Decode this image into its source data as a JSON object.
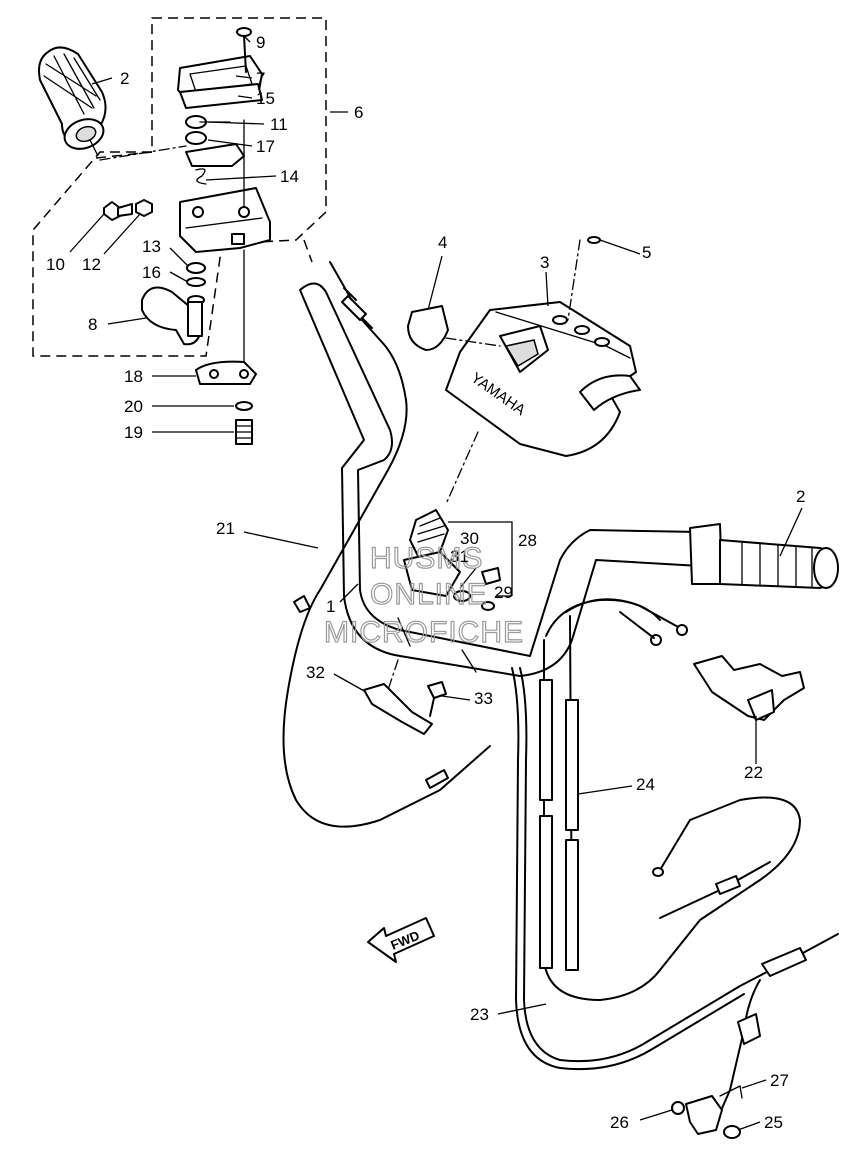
{
  "labels": {
    "p1": "1",
    "p2a": "2",
    "p2b": "2",
    "p3": "3",
    "p4": "4",
    "p5": "5",
    "p6": "6",
    "p7": "7",
    "p8": "8",
    "p9": "9",
    "p10": "10",
    "p11": "11",
    "p12": "12",
    "p13": "13",
    "p14": "14",
    "p15": "15",
    "p16": "16",
    "p17": "17",
    "p18": "18",
    "p19": "19",
    "p20": "20",
    "p21": "21",
    "p22": "22",
    "p23": "23",
    "p24": "24",
    "p25": "25",
    "p26": "26",
    "p27": "27",
    "p28": "28",
    "p29": "29",
    "p30": "30",
    "p31": "31",
    "p32": "32",
    "p33": "33"
  },
  "watermark": {
    "line1": "HUSMS",
    "line2": "ONLINE",
    "line3": "MICROFICHE"
  },
  "fwd_label": "FWD",
  "brand_text": "YAMAHA"
}
